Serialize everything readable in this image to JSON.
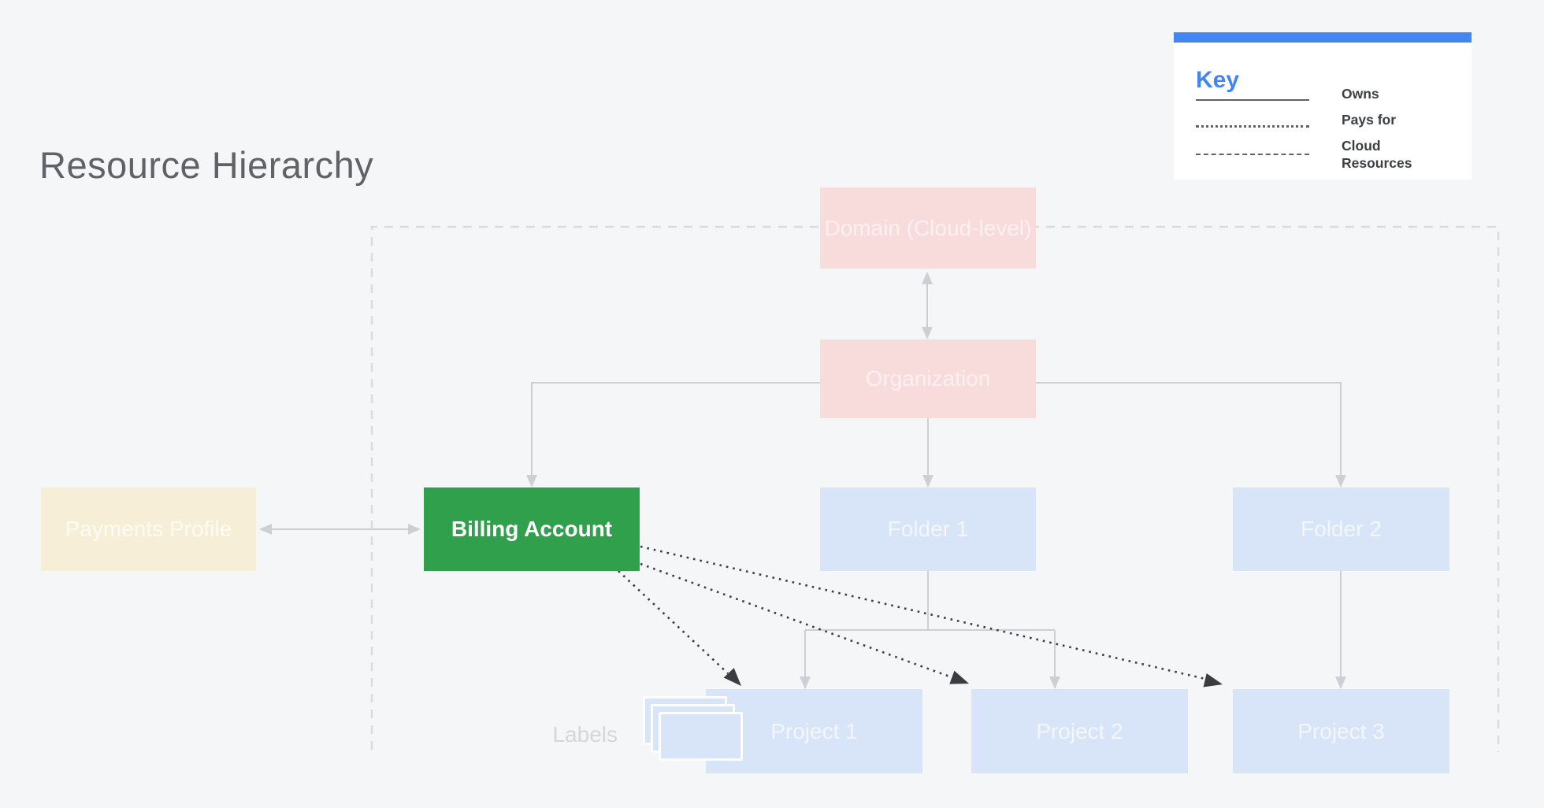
{
  "title": "Resource Hierarchy",
  "key": {
    "heading": "Key",
    "items": [
      {
        "line_style": "solid",
        "label": "Owns"
      },
      {
        "line_style": "dotted",
        "label": "Pays for"
      },
      {
        "line_style": "dashed",
        "label": "Cloud Resources"
      }
    ]
  },
  "nodes": {
    "domain": {
      "label": "Domain (Cloud-level)"
    },
    "organization": {
      "label": "Organization"
    },
    "payments_profile": {
      "label": "Payments Profile"
    },
    "billing_account": {
      "label": "Billing Account"
    },
    "folder1": {
      "label": "Folder 1"
    },
    "folder2": {
      "label": "Folder 2"
    },
    "project1": {
      "label": "Project 1"
    },
    "project2": {
      "label": "Project 2"
    },
    "project3": {
      "label": "Project 3"
    }
  },
  "annotations": {
    "labels_caption": "Labels"
  },
  "colors": {
    "background": "#f5f6f8",
    "accent-blue": "#4285f4",
    "node-pink": "#f8dcdc",
    "node-blue": "#d8e4f8",
    "node-cream": "#f6eed7",
    "node-green": "#31a04c",
    "connector-gray": "#ccd0d5",
    "dashed-boundary": "#d9dbdf",
    "dotted-dark": "#3a3d41",
    "text-dark": "#3c4043",
    "title-gray": "#5f6368"
  }
}
